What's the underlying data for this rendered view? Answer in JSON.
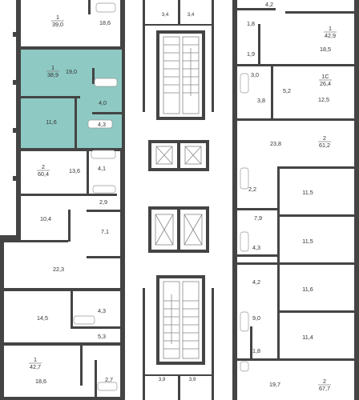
{
  "colors": {
    "wall": "#444444",
    "highlight": "#8ec9c3",
    "line": "#888888"
  },
  "apartments": [
    {
      "id": "apt-1-39-0",
      "rooms": "1",
      "area": "39,0"
    },
    {
      "id": "apt-1-38-9",
      "rooms": "1",
      "area": "38,9",
      "highlighted": true
    },
    {
      "id": "apt-2-60-4",
      "rooms": "2",
      "area": "60,4"
    },
    {
      "id": "apt-1-42-7",
      "rooms": "1",
      "area": "42,7"
    },
    {
      "id": "apt-1-42-9",
      "rooms": "1",
      "area": "42,9"
    },
    {
      "id": "apt-1c-26-4",
      "rooms": "1С",
      "area": "26,4"
    },
    {
      "id": "apt-2-61-2",
      "rooms": "2",
      "area": "61,2"
    },
    {
      "id": "apt-2-67-7",
      "rooms": "2",
      "area": "67,7"
    }
  ],
  "room_labels": {
    "r18_6a": "18,6",
    "r19_0": "19,0",
    "r4_0": "4,0",
    "r11_6a": "11,6",
    "r4_3a": "4,3",
    "r13_6": "13,6",
    "r4_1": "4,1",
    "r2_9": "2,9",
    "r10_4": "10,4",
    "r7_1": "7,1",
    "r22_3": "22,3",
    "r14_5": "14,5",
    "r4_3b": "4,3",
    "r5_3": "5,3",
    "r18_6b": "18,6",
    "r2_7": "2,7",
    "r3_4a": "3,4",
    "r3_4b": "3,4",
    "r3_9a": "3,9",
    "r3_9b": "3,9",
    "r4_2a": "4,2",
    "r1_8a": "1,8",
    "r1_9": "1,9",
    "r18_5": "18,5",
    "r3_0": "3,0",
    "r5_2": "5,2",
    "r3_8": "3,8",
    "r12_5": "12,5",
    "r23_8": "23,8",
    "r2_2": "2,2",
    "r11_5a": "11,5",
    "r7_9": "7,9",
    "r11_5b": "11,5",
    "r4_3c": "4,3",
    "r4_2b": "4,2",
    "r11_6b": "11,6",
    "r9_0": "9,0",
    "r11_4": "11,4",
    "r1_8b": "1,8",
    "r19_7": "19,7"
  }
}
